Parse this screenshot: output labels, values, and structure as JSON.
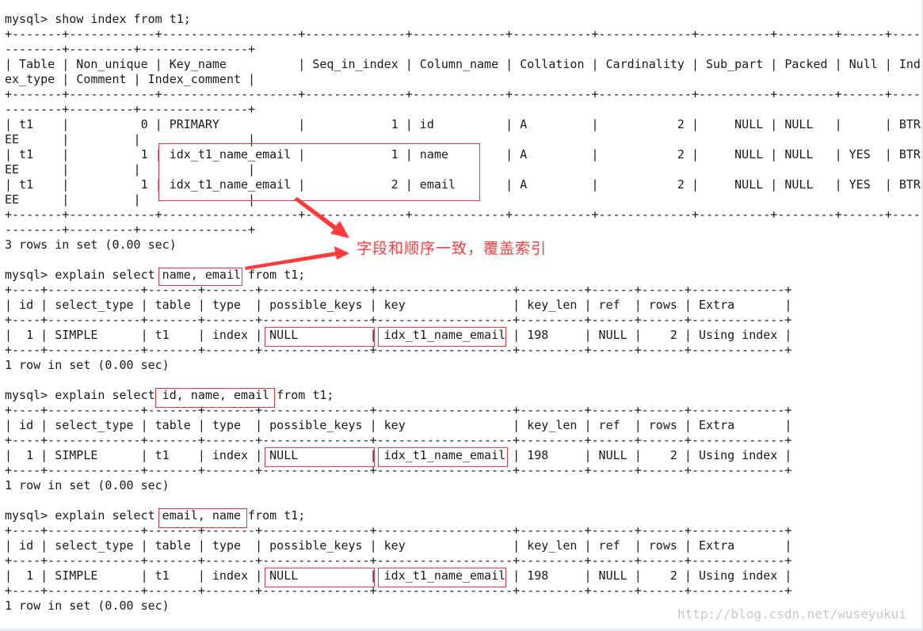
{
  "terminal": {
    "lines": [
      "mysql> show index from t1;",
      "+-------+------------+-------------------+--------------+-------------+-----------+-------------+----------+--------+------+----",
      "--------+---------+---------------+",
      "| Table | Non_unique | Key_name          | Seq_in_index | Column_name | Collation | Cardinality | Sub_part | Packed | Null | Ind",
      "ex_type | Comment | Index_comment |",
      "+-------+------------+-------------------+--------------+-------------+-----------+-------------+----------+--------+------+----",
      "--------+---------+---------------+",
      "| t1    |          0 | PRIMARY           |            1 | id          | A         |           2 |     NULL | NULL   |      | BTR",
      "EE      |         |               |",
      "| t1    |          1 | idx_t1_name_email |            1 | name        | A         |           2 |     NULL | NULL   | YES  | BTR",
      "EE      |         |               |",
      "| t1    |          1 | idx_t1_name_email |            2 | email       | A         |           2 |     NULL | NULL   | YES  | BTR",
      "EE      |         |               |",
      "+-------+------------+-------------------+--------------+-------------+-----------+-------------+----------+--------+------+----",
      "--------+---------+---------------+",
      "3 rows in set (0.00 sec)",
      "",
      "mysql> explain select name, email from t1;",
      "+----+-------------+-------+-------+---------------+-------------------+---------+------+------+-------------+",
      "| id | select_type | table | type  | possible_keys | key               | key_len | ref  | rows | Extra       |",
      "+----+-------------+-------+-------+---------------+-------------------+---------+------+------+-------------+",
      "|  1 | SIMPLE      | t1    | index | NULL          | idx_t1_name_email | 198     | NULL |    2 | Using index |",
      "+----+-------------+-------+-------+---------------+-------------------+---------+------+------+-------------+",
      "1 row in set (0.00 sec)",
      "",
      "mysql> explain select id, name, email from t1;",
      "+----+-------------+-------+-------+---------------+-------------------+---------+------+------+-------------+",
      "| id | select_type | table | type  | possible_keys | key               | key_len | ref  | rows | Extra       |",
      "+----+-------------+-------+-------+---------------+-------------------+---------+------+------+-------------+",
      "|  1 | SIMPLE      | t1    | index | NULL          | idx_t1_name_email | 198     | NULL |    2 | Using index |",
      "+----+-------------+-------+-------+---------------+-------------------+---------+------+------+-------------+",
      "1 row in set (0.00 sec)",
      "",
      "mysql> explain select email, name from t1;",
      "+----+-------------+-------+-------+---------------+-------------------+---------+------+------+-------------+",
      "| id | select_type | table | type  | possible_keys | key               | key_len | ref  | rows | Extra       |",
      "+----+-------------+-------+-------+---------------+-------------------+---------+------+------+-------------+",
      "|  1 | SIMPLE      | t1    | index | NULL          | idx_t1_name_email | 198     | NULL |    2 | Using index |",
      "+----+-------------+-------+-------+---------------+-------------------+---------+------+------+-------------+",
      "1 row in set (0.00 sec)"
    ]
  },
  "annotation": {
    "note": "字段和顺序一致，覆盖索引",
    "color": "#ff3b3b"
  },
  "watermark": "http://blog.csdn.net/wuseyukui"
}
